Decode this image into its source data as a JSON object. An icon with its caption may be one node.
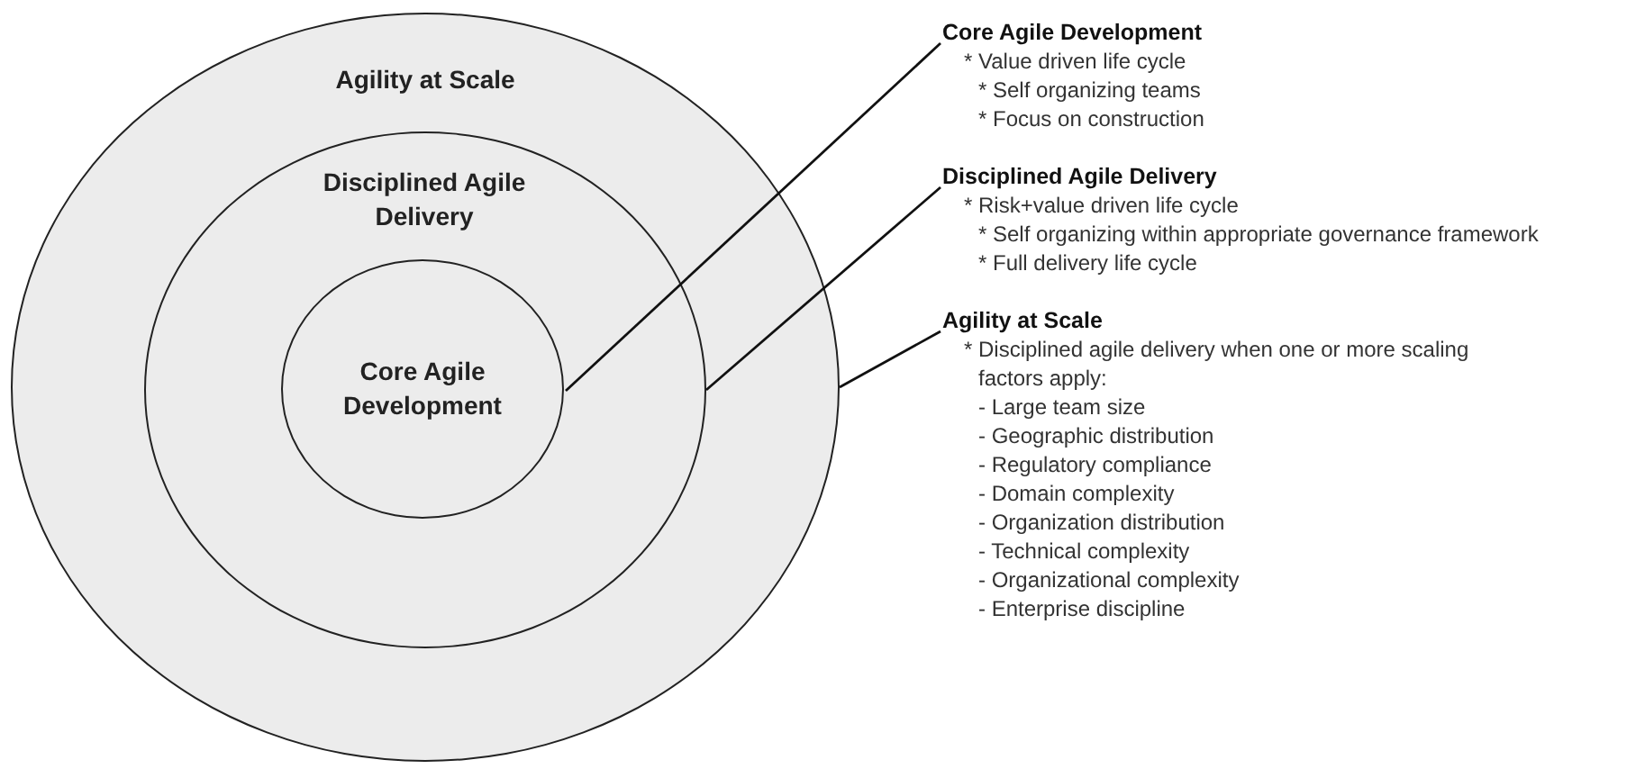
{
  "diagram": {
    "nodes": [
      {
        "text": [
          "Agility at Scale"
        ]
      },
      {
        "text": [
          "Disciplined Agile Delivery"
        ],
        "in": 0
      },
      {
        "text": [
          "Core Agile Development"
        ],
        "in": 1
      },
      {
        "text": [
          "Core Agile Development",
          "* Value driven life cycle",
          "* Self organizing teams",
          "* Focus on construction"
        ]
      },
      {
        "text": [
          "Disciplined Agile Delivery",
          "* Risk+value driven life cycle",
          "* Self organizing within appropriate governance framework",
          "* Full delivery life cycle"
        ]
      },
      {
        "text": [
          "Agility at Scale",
          "* Disciplined agile delivery when one or more scaling factors apply:",
          "- Large team size",
          "- Geographic distribution",
          "- Regulatory compliance",
          "- Domain complexity",
          "- Organization distribution",
          "- Technical complexity",
          "- Organizational complexity",
          "- Enterprise discipline"
        ]
      }
    ],
    "edges": [
      {
        "from": 3,
        "to": 2,
        "arrow": "none"
      },
      {
        "from": 4,
        "to": 1,
        "arrow": "none"
      },
      {
        "from": 5,
        "to": 0,
        "arrow": "none"
      }
    ]
  }
}
